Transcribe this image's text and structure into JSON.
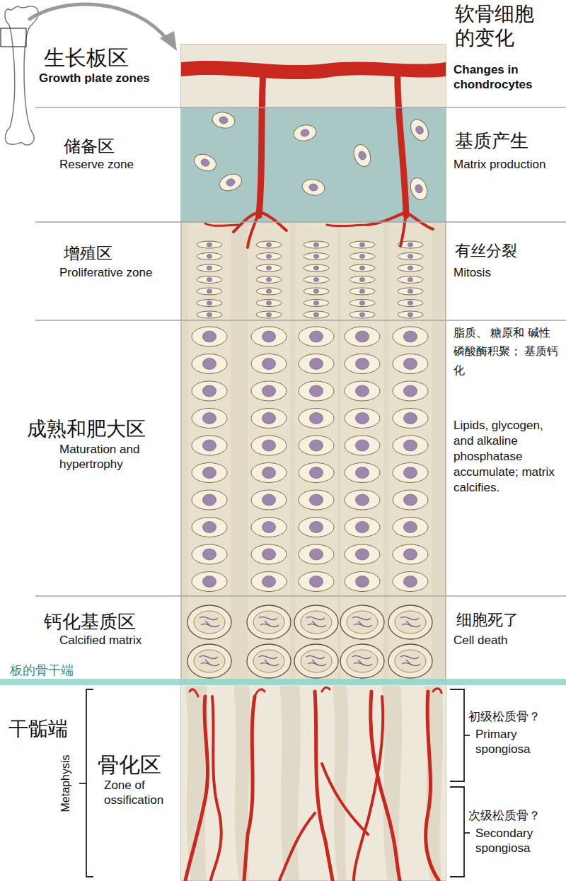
{
  "diagram": {
    "nodes": [
      {
        "text": [
          "生长板区",
          "Growth plate zones",
          "软骨细胞的变化",
          "Changes in chondrocytes"
        ]
      },
      {
        "text": [
          "储备区",
          "Reserve zone",
          "基质产生",
          "Matrix production"
        ]
      },
      {
        "text": [
          "增殖区",
          "Proliferative zone",
          "有丝分裂",
          "Mitosis"
        ]
      },
      {
        "text": [
          "成熟和肥大区",
          "Maturation and hypertrophy",
          "脂质、 糖原和 碱性磷酸酶积聚； 基质钙化",
          "Lipids, glycogen, and alkaline phosphatase accumulate; matrix calcifies."
        ]
      },
      {
        "text": [
          "钙化基质区",
          "Calcified matrix",
          "细胞死了",
          "Cell death"
        ]
      }
    ],
    "labels": [
      "板的骨干端",
      "干骺端",
      "Metaphysis",
      "骨化区",
      "Zone of ossification",
      "初级松质骨？",
      "Primary spongiosa",
      "次级松质骨？",
      "Secondary spongiosa"
    ]
  }
}
